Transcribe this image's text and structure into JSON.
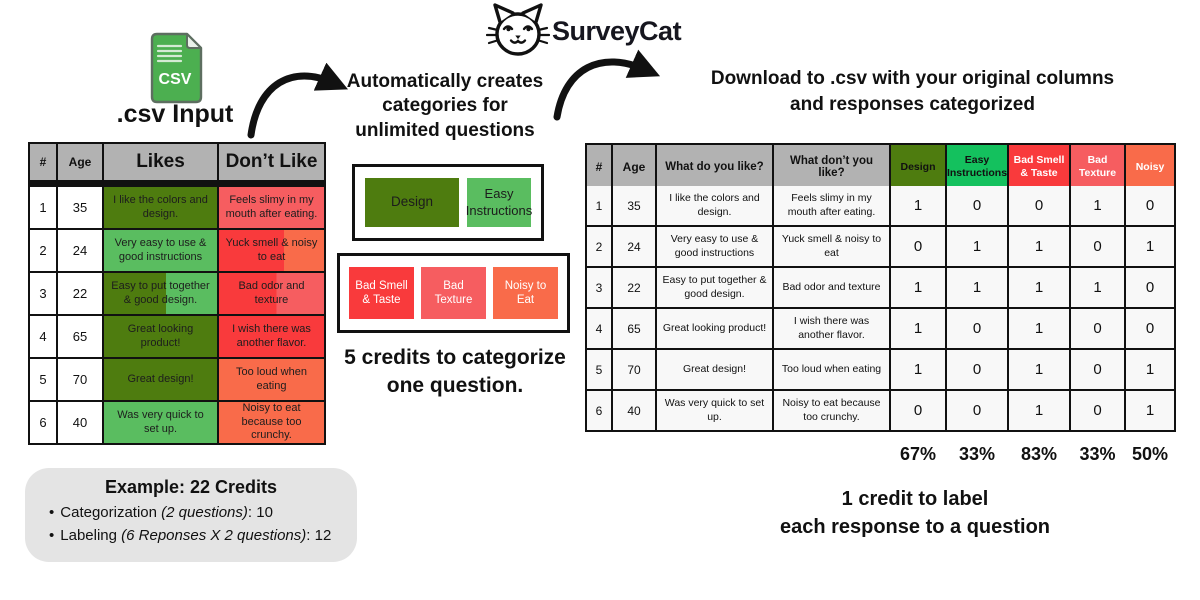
{
  "palette": {
    "dark_green": "#4e7c0f",
    "mid_green": "#5abd60",
    "emerald": "#14c15e",
    "red": "#f93a3c",
    "salmon": "#f65d60",
    "orange": "#f96b4a",
    "header_gray": "#b2b2b2",
    "example_box_bg": "#e4e4e4"
  },
  "logo": {
    "title": "SurveyCat"
  },
  "left_section": {
    "csv_icon_label": "CSV",
    "title": ".csv Input",
    "table": {
      "headers": [
        "#",
        "Age",
        "Likes",
        "Don’t Like"
      ],
      "rows": [
        {
          "num": "1",
          "age": "35",
          "likes": {
            "text": "I like the colors and design.",
            "bg": [
              "dark_green"
            ]
          },
          "dont": {
            "text": "Feels slimy in my mouth after eating.",
            "bg": [
              "salmon"
            ]
          }
        },
        {
          "num": "2",
          "age": "24",
          "likes": {
            "text": "Very easy to use & good instructions",
            "bg": [
              "mid_green"
            ]
          },
          "dont": {
            "text": "Yuck smell & noisy to eat",
            "bg": [
              "red",
              "orange"
            ],
            "split": 62
          }
        },
        {
          "num": "3",
          "age": "22",
          "likes": {
            "text": "Easy to put together & good design.",
            "bg": [
              "dark_green",
              "mid_green"
            ],
            "split": 55
          },
          "dont": {
            "text": "Bad odor and texture",
            "bg": [
              "red",
              "salmon"
            ],
            "split": 55
          }
        },
        {
          "num": "4",
          "age": "65",
          "likes": {
            "text": "Great looking product!",
            "bg": [
              "dark_green"
            ]
          },
          "dont": {
            "text": "I wish there was another flavor.",
            "bg": [
              "red"
            ]
          }
        },
        {
          "num": "5",
          "age": "70",
          "likes": {
            "text": "Great design!",
            "bg": [
              "dark_green"
            ]
          },
          "dont": {
            "text": "Too loud when eating",
            "bg": [
              "orange"
            ]
          }
        },
        {
          "num": "6",
          "age": "40",
          "likes": {
            "text": "Was very quick to set up.",
            "bg": [
              "mid_green"
            ]
          },
          "dont": {
            "text": "Noisy to eat because too crunchy.",
            "bg": [
              "orange"
            ]
          }
        }
      ]
    }
  },
  "middle_section": {
    "heading": [
      "Automatically creates",
      "categories for",
      "unlimited questions"
    ],
    "positive_categories": [
      {
        "label": "Design",
        "bg": "dark_green",
        "text_color": "#1c1c1c"
      },
      {
        "label": "Easy Instructions",
        "bg": "mid_green",
        "text_color": "#1c1c1c"
      }
    ],
    "negative_categories": [
      {
        "label": "Bad Smell & Taste",
        "bg": "red",
        "text_color": "#ffffff"
      },
      {
        "label": "Bad Texture",
        "bg": "salmon",
        "text_color": "#ffffff"
      },
      {
        "label": "Noisy to Eat",
        "bg": "orange",
        "text_color": "#ffffff"
      }
    ],
    "credits_note": [
      "5 credits to categorize",
      "one question."
    ]
  },
  "right_section": {
    "heading": [
      "Download to .csv with your original columns",
      "and responses categorized"
    ],
    "table": {
      "base_headers": [
        "#",
        "Age",
        "What do you like?",
        "What don’t you like?"
      ],
      "category_headers": [
        {
          "label": "Design",
          "bg": "dark_green",
          "text_color": "#111111"
        },
        {
          "label": "Easy Instructions",
          "bg": "emerald",
          "text_color": "#111111"
        },
        {
          "label": "Bad Smell & Taste",
          "bg": "red",
          "text_color": "#ffffff"
        },
        {
          "label": "Bad Texture",
          "bg": "salmon",
          "text_color": "#ffffff"
        },
        {
          "label": "Noisy",
          "bg": "orange",
          "text_color": "#ffffff"
        }
      ],
      "rows": [
        {
          "num": "1",
          "age": "35",
          "like": "I like the colors and design.",
          "dont": "Feels slimy in my mouth after eating.",
          "values": [
            "1",
            "0",
            "0",
            "1",
            "0"
          ]
        },
        {
          "num": "2",
          "age": "24",
          "like": "Very easy to use & good instructions",
          "dont": "Yuck smell & noisy to eat",
          "values": [
            "0",
            "1",
            "1",
            "0",
            "1"
          ]
        },
        {
          "num": "3",
          "age": "22",
          "like": "Easy to put together & good design.",
          "dont": "Bad odor and texture",
          "values": [
            "1",
            "1",
            "1",
            "1",
            "0"
          ]
        },
        {
          "num": "4",
          "age": "65",
          "like": "Great looking product!",
          "dont": "I wish there was another flavor.",
          "values": [
            "1",
            "0",
            "1",
            "0",
            "0"
          ]
        },
        {
          "num": "5",
          "age": "70",
          "like": "Great design!",
          "dont": "Too loud when eating",
          "values": [
            "1",
            "0",
            "1",
            "0",
            "1"
          ]
        },
        {
          "num": "6",
          "age": "40",
          "like": "Was very quick to set up.",
          "dont": "Noisy to eat because too crunchy.",
          "values": [
            "0",
            "0",
            "1",
            "0",
            "1"
          ]
        }
      ],
      "percentages": [
        "67%",
        "33%",
        "83%",
        "33%",
        "50%"
      ]
    },
    "credits_note": [
      "1 credit to label",
      "each response to a question"
    ]
  },
  "example_box": {
    "title": "Example: 22 Credits",
    "items": [
      {
        "pre": "Categorization ",
        "italic": "(2 questions)",
        "post": ": 10"
      },
      {
        "pre": "Labeling ",
        "italic": "(6 Reponses X 2 questions)",
        "post": ": 12"
      }
    ]
  }
}
